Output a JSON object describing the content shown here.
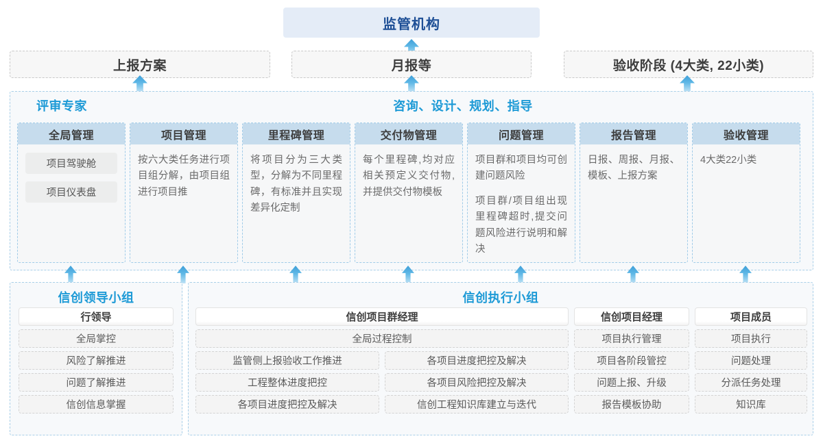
{
  "top": {
    "regulator": "监管机构",
    "reports": [
      {
        "label": "上报方案"
      },
      {
        "label": "月报等"
      },
      {
        "label": "验收阶段 (4大类, 22小类)"
      }
    ]
  },
  "middle": {
    "header_left": "评审专家",
    "header_center": "咨询、设计、规划、指导",
    "columns": [
      {
        "title": "全局管理",
        "pills": [
          "项目驾驶舱",
          "项目仪表盘"
        ],
        "paragraphs": []
      },
      {
        "title": "项目管理",
        "pills": [],
        "paragraphs": [
          "按六大类任务进行项目组分解，由项目组进行项目推"
        ]
      },
      {
        "title": "里程碑管理",
        "pills": [],
        "paragraphs": [
          "将项目分为三大类型，分解为不同里程碑，有标准并且实现差异化定制"
        ]
      },
      {
        "title": "交付物管理",
        "pills": [],
        "paragraphs": [
          "每个里程碑,均对应相关预定义交付物,并提供交付物模板"
        ]
      },
      {
        "title": "问题管理",
        "pills": [],
        "paragraphs": [
          "项目群和项目均可创建问题风险",
          "项目群/项目组出现里程碑超时,提交问题风险进行说明和解决"
        ]
      },
      {
        "title": "报告管理",
        "pills": [],
        "paragraphs": [
          "日报、周报、月报、模板、上报方案"
        ]
      },
      {
        "title": "验收管理",
        "pills": [],
        "paragraphs": [
          "4大类22小类"
        ]
      }
    ]
  },
  "bottom": {
    "leading_group": {
      "title": "信创领导小组",
      "role": "行领导",
      "tasks": [
        "全局掌控",
        "风险了解推进",
        "问题了解推进",
        "信创信息掌握"
      ]
    },
    "execution_group": {
      "title": "信创执行小组",
      "program_manager": {
        "role": "信创项目群经理",
        "span_task": "全局过程控制",
        "tasks_left": [
          "监管侧上报验收工作推进",
          "工程整体进度把控",
          "各项目进度把控及解决"
        ],
        "tasks_right": [
          "各项目进度把控及解决",
          "各项目风险把控及解决",
          "信创工程知识库建立与迭代"
        ]
      },
      "project_manager": {
        "role": "信创项目经理",
        "tasks": [
          "项目执行管理",
          "项目各阶段管控",
          "问题上报、升级",
          "报告模板协助"
        ]
      },
      "members": {
        "role": "项目成员",
        "tasks": [
          "项目执行",
          "问题处理",
          "分派任务处理",
          "知识库"
        ]
      }
    }
  },
  "colors": {
    "accent_blue": "#1d9ad6",
    "title_blue": "#1e4f96",
    "header_fill": "#c6dced",
    "band_fill": "#f7f9fb",
    "gray_fill": "#f7f7f7"
  }
}
